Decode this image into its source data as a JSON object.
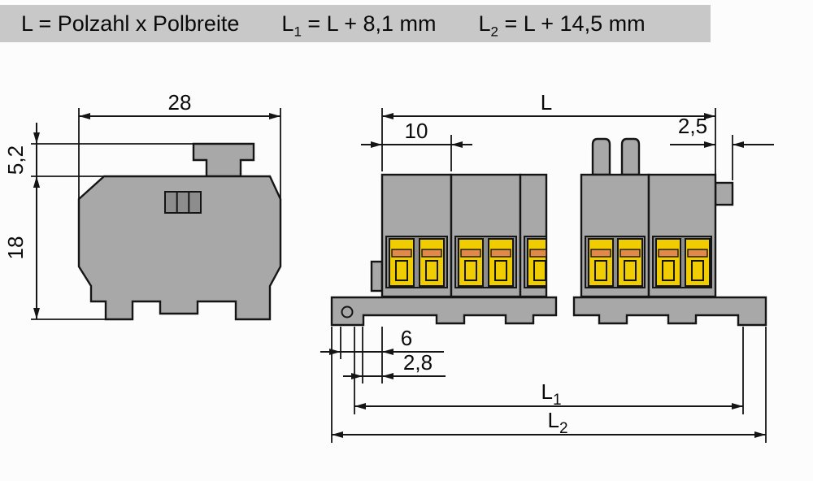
{
  "header": {
    "formula_l": "L = Polzahl x Polbreite",
    "formula_l1": {
      "base": "L",
      "sub": "1",
      "rest": " = L + 8,1 mm"
    },
    "formula_l2": {
      "base": "L",
      "sub": "2",
      "rest": " = L + 14,5 mm"
    }
  },
  "side_view": {
    "width": "28",
    "latch_height": "5,2",
    "body_height": "18"
  },
  "front_view": {
    "overall": "L",
    "pitch": "10",
    "tab_width": "2,5",
    "foot": "6",
    "rail_lip": "2,8",
    "l1": {
      "base": "L",
      "sub": "1"
    },
    "l2": {
      "base": "L",
      "sub": "2"
    }
  },
  "colors": {
    "page_bg": "#fcfcfc",
    "header_gray": "#c8c8c8",
    "body_gray": "#a8a8a8",
    "dark_gray": "#8d8d8d",
    "yellow": "#f0cd00",
    "orange": "#e08948",
    "line": "#151515"
  }
}
